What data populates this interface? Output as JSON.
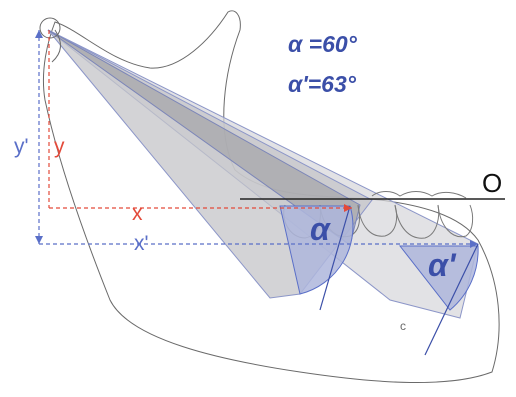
{
  "labels": {
    "alpha_value": "α =60°",
    "alpha_prime_value": "α'=63°",
    "occlusal_plane": "O",
    "x": "x",
    "x_prime": "x'",
    "y": "y",
    "y_prime": "y'",
    "alpha": "α",
    "alpha_prime": "α'",
    "c": "c"
  },
  "colors": {
    "blue_text": "#3b4fa8",
    "red": "#e34a3a",
    "blue_dash": "#5a6fc8",
    "outline": "#6a6a6a",
    "wedge_fill": "#c9c9cc",
    "arc_fill": "#aeb6dc"
  }
}
